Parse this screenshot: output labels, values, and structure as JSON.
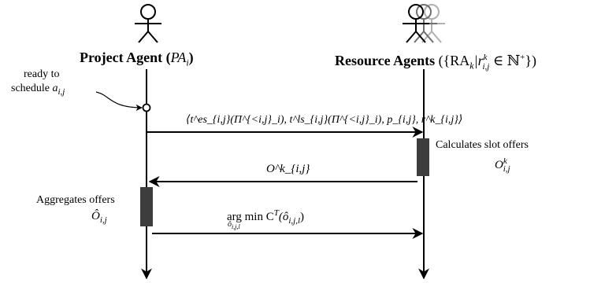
{
  "project_agent": {
    "name": "Project Agent",
    "symbol_open": "(",
    "symbol": "PA",
    "symbol_sub": "i",
    "symbol_close": ")"
  },
  "resource_agents": {
    "name": "Resource Agents",
    "symbol": "({RA",
    "symbol_sub": "k",
    "symbol_rest": "|r",
    "symbol_rest_sup": "k",
    "symbol_rest_sub": "i,j",
    "symbol_tail": " ∈ ℕ",
    "symbol_tail_sup": "+",
    "symbol_close": "})"
  },
  "trigger_note": {
    "line1": "ready to",
    "line2_text": "schedule ",
    "line2_math": "a",
    "line2_sub": "i,j"
  },
  "messages": {
    "request": "⟨t^es_{i,j}(Π^{<i,j}_i), t^ls_{i,j}(Π^{<i,j}_i), p_{i,j}, r^k_{i,j}⟩",
    "offers": "O^k_{i,j}",
    "selection_main": "arg min C",
    "selection_sup": "T",
    "selection_arg": "(ô",
    "selection_arg_sub": "i,j,l",
    "selection_arg_close": ")",
    "selection_under": "ô",
    "selection_under_sub": "i,j,l"
  },
  "activities": {
    "calculate": {
      "label": "Calculates slot offers",
      "math": "O",
      "math_sup": "k",
      "math_sub": "i,j"
    },
    "aggregate": {
      "label": "Aggregates offers",
      "math": "Ô",
      "math_sub": "i,j"
    }
  }
}
